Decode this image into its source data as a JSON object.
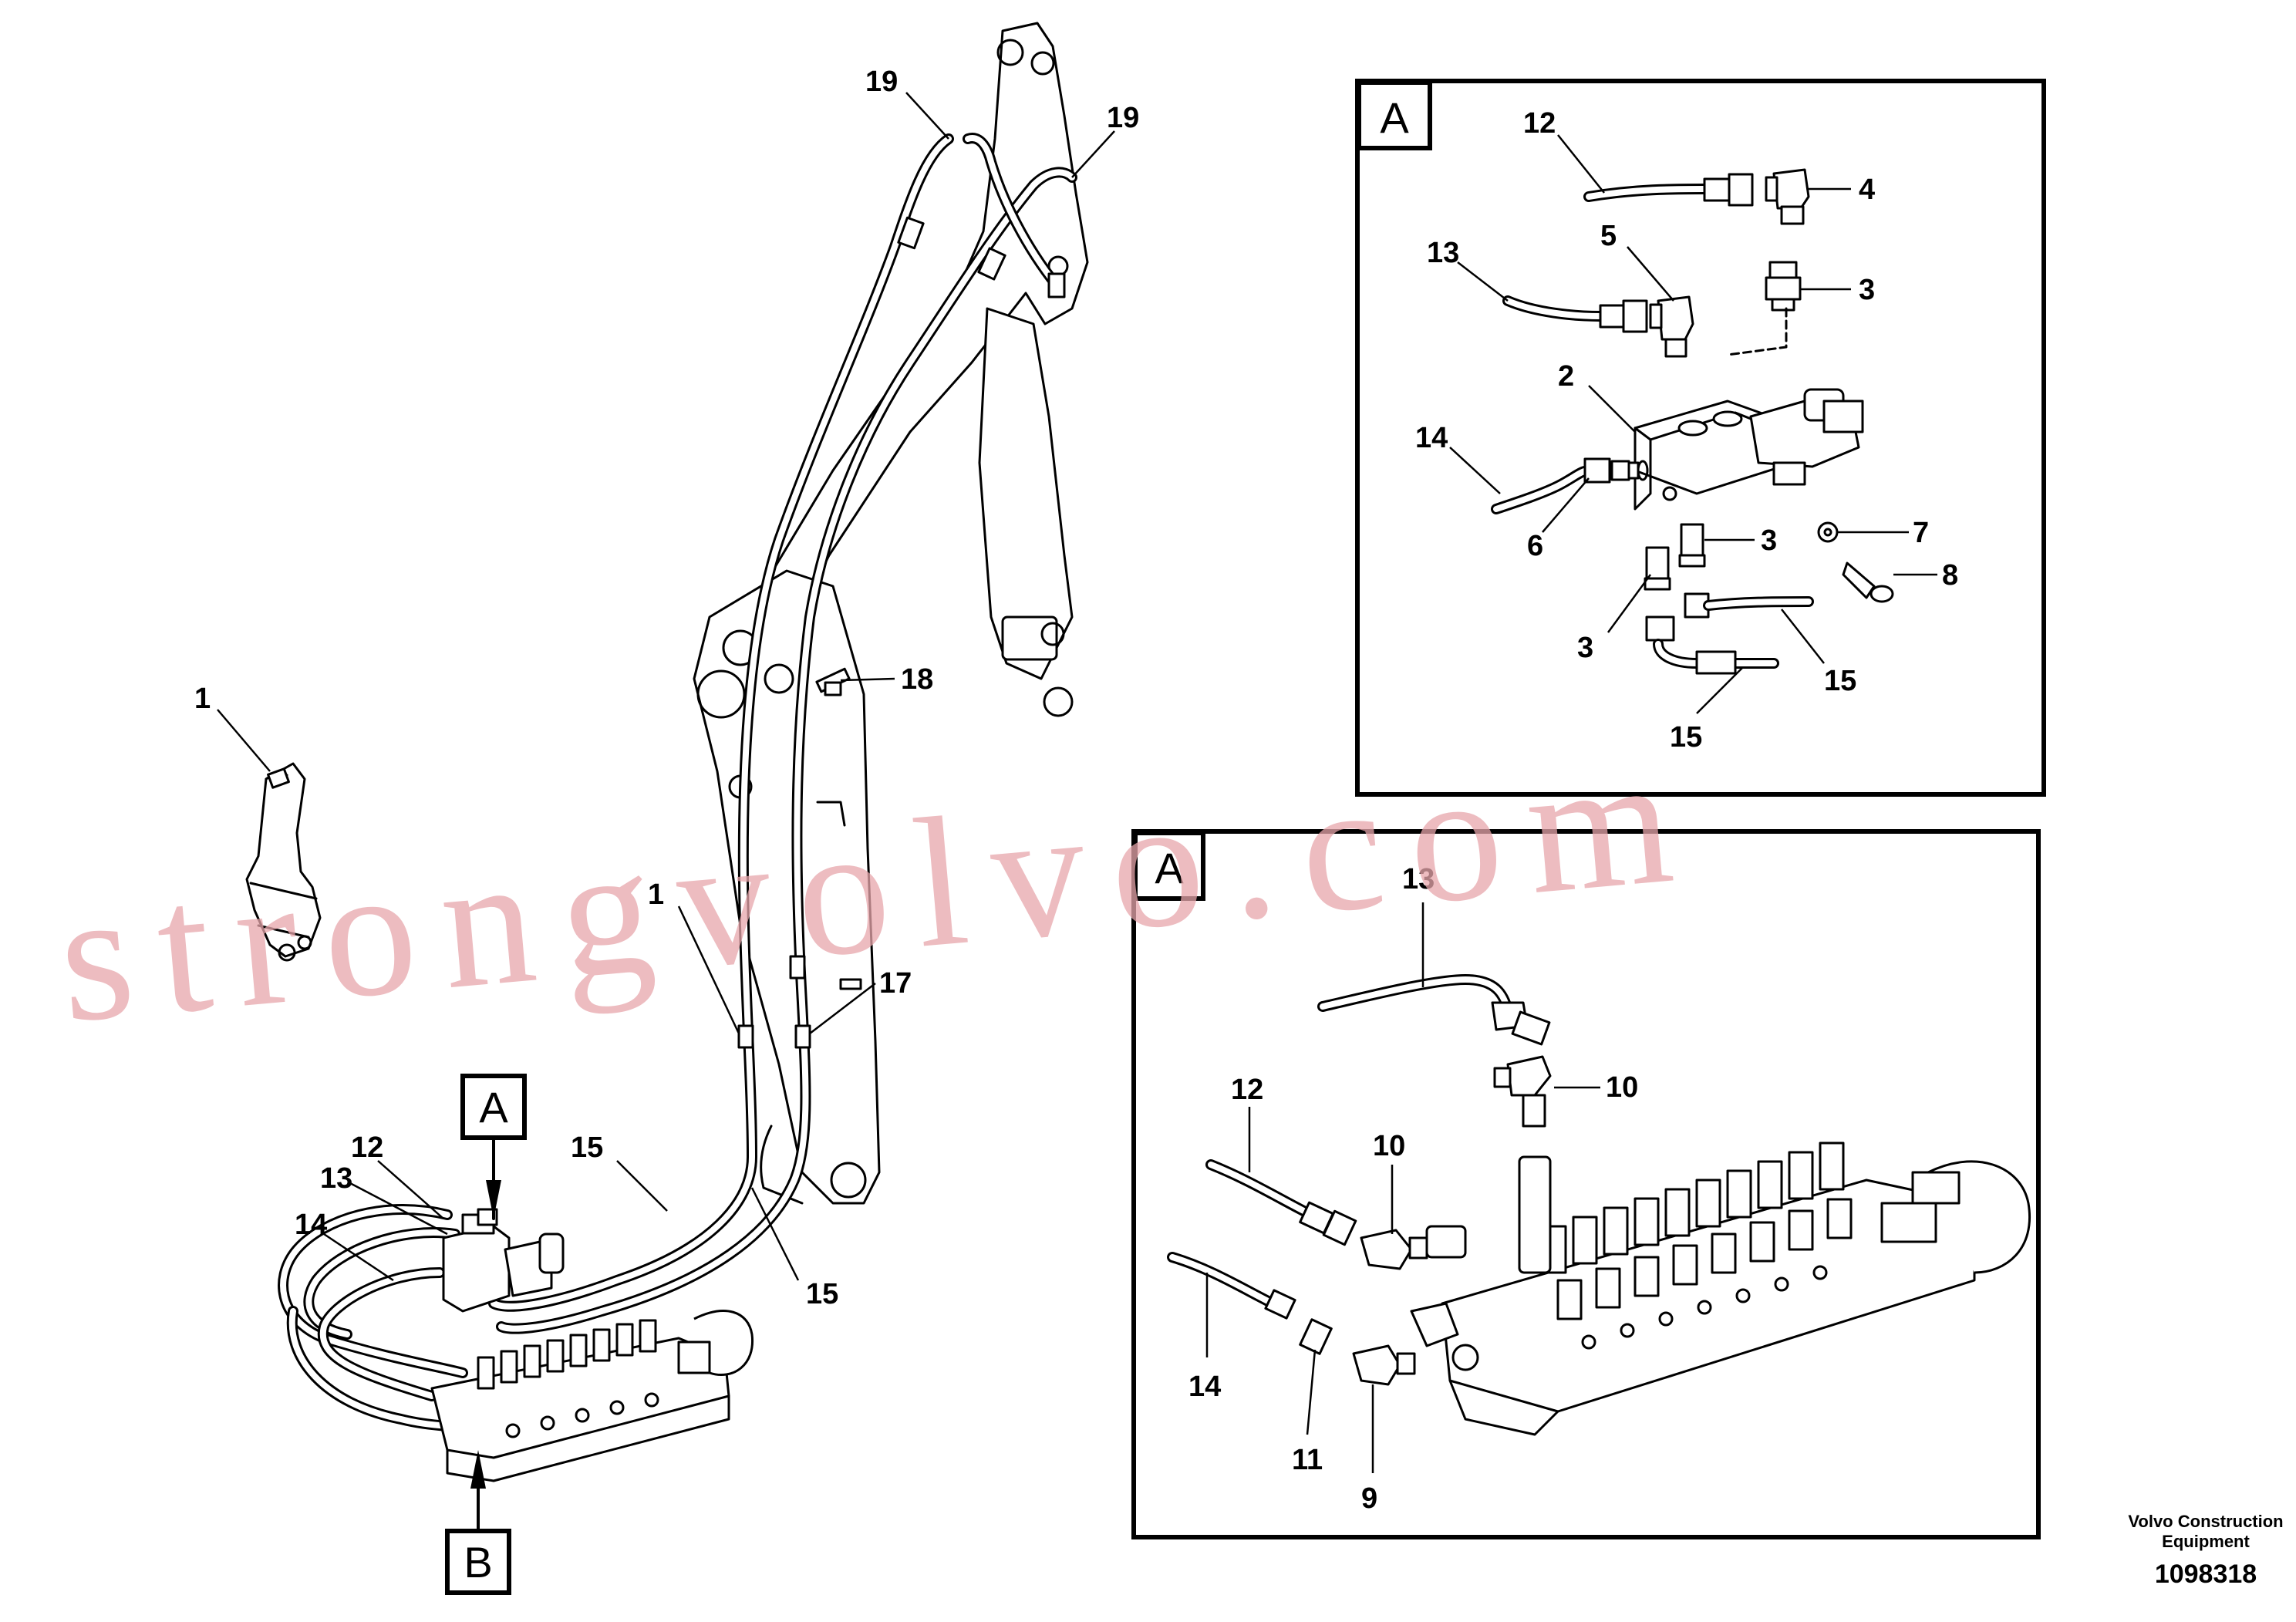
{
  "main_view": {
    "callouts": [
      "19",
      "19",
      "18",
      "1",
      "1",
      "17",
      "12",
      "13",
      "14",
      "15",
      "15"
    ],
    "view_label_a": "A",
    "view_label_b": "B"
  },
  "detail_top": {
    "label": "A",
    "callouts": [
      "12",
      "4",
      "13",
      "5",
      "3",
      "2",
      "14",
      "6",
      "3",
      "7",
      "8",
      "3",
      "15",
      "15"
    ]
  },
  "detail_bottom": {
    "label": "A",
    "callouts": [
      "13",
      "12",
      "10",
      "10",
      "14",
      "11",
      "9"
    ]
  },
  "watermark": "strongvolvo.com",
  "footer": {
    "company_line1": "Volvo Construction",
    "company_line2": "Equipment",
    "drawing_number": "1098318"
  }
}
